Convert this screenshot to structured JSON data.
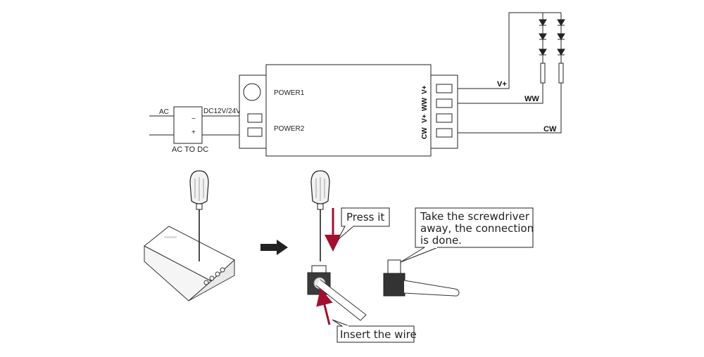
{
  "wiring": {
    "ac": "AC",
    "dc": "DC12V/24V",
    "converter_minus": "−",
    "converter_plus": "+",
    "converter_caption": "AC TO DC",
    "power1": "POWER1",
    "power2": "POWER2",
    "out_v1": "V+",
    "out_ww": "WW",
    "out_v2": "V+",
    "out_cw": "CW",
    "line_vplus": "V+",
    "line_ww": "WW",
    "line_cw": "CW"
  },
  "steps": {
    "press_label": "Press it",
    "insert_label": "Insert the wire",
    "done_line1": "Take the screwdriver",
    "done_line2": "away, the connection",
    "done_line3": "is done."
  },
  "colors": {
    "line": "#222222",
    "arrow_red": "#a50f2d",
    "screwdriver_grey": "#f2f2f2"
  }
}
